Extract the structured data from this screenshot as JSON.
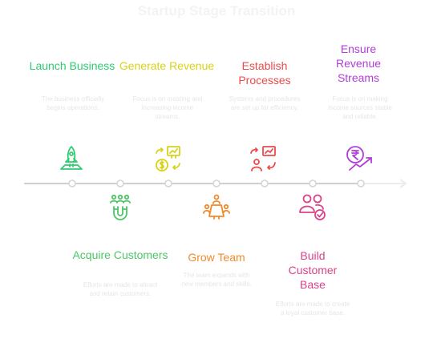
{
  "title": "Startup Stage Transition",
  "colors": {
    "launch": "#2ecc71",
    "acquire": "#4cc766",
    "revenue": "#d9d21a",
    "team": "#f08a2a",
    "processes": "#ec4a4a",
    "customer_base": "#d9438a",
    "streams": "#b13ed6",
    "line": "#cfcfcf"
  },
  "stages": {
    "launch": {
      "title": "Launch Business",
      "desc": "The business officially begins operations.",
      "icon": "rocket-launch-icon"
    },
    "acquire": {
      "title": "Acquire Customers",
      "desc": "Efforts are made to attract and retain customers.",
      "icon": "magnet-people-icon"
    },
    "revenue": {
      "title": "Generate Revenue",
      "desc": "Focus is on creating and increasing income streams.",
      "icon": "revenue-chart-coin-icon"
    },
    "team": {
      "title": "Grow Team",
      "desc": "The team expands with new members and skills.",
      "icon": "team-meeting-icon"
    },
    "processes": {
      "title": "Establish Processes",
      "desc": "Systems and procedures are set up for efficiency.",
      "icon": "process-chart-person-icon"
    },
    "customer_base": {
      "title": "Build Customer Base",
      "desc": "Efforts are made to create a loyal customer base.",
      "icon": "users-check-icon"
    },
    "streams": {
      "title": "Ensure Revenue Streams",
      "desc": "Focus is on making income sources stable and reliable.",
      "icon": "rupee-growth-arrow-icon"
    }
  }
}
